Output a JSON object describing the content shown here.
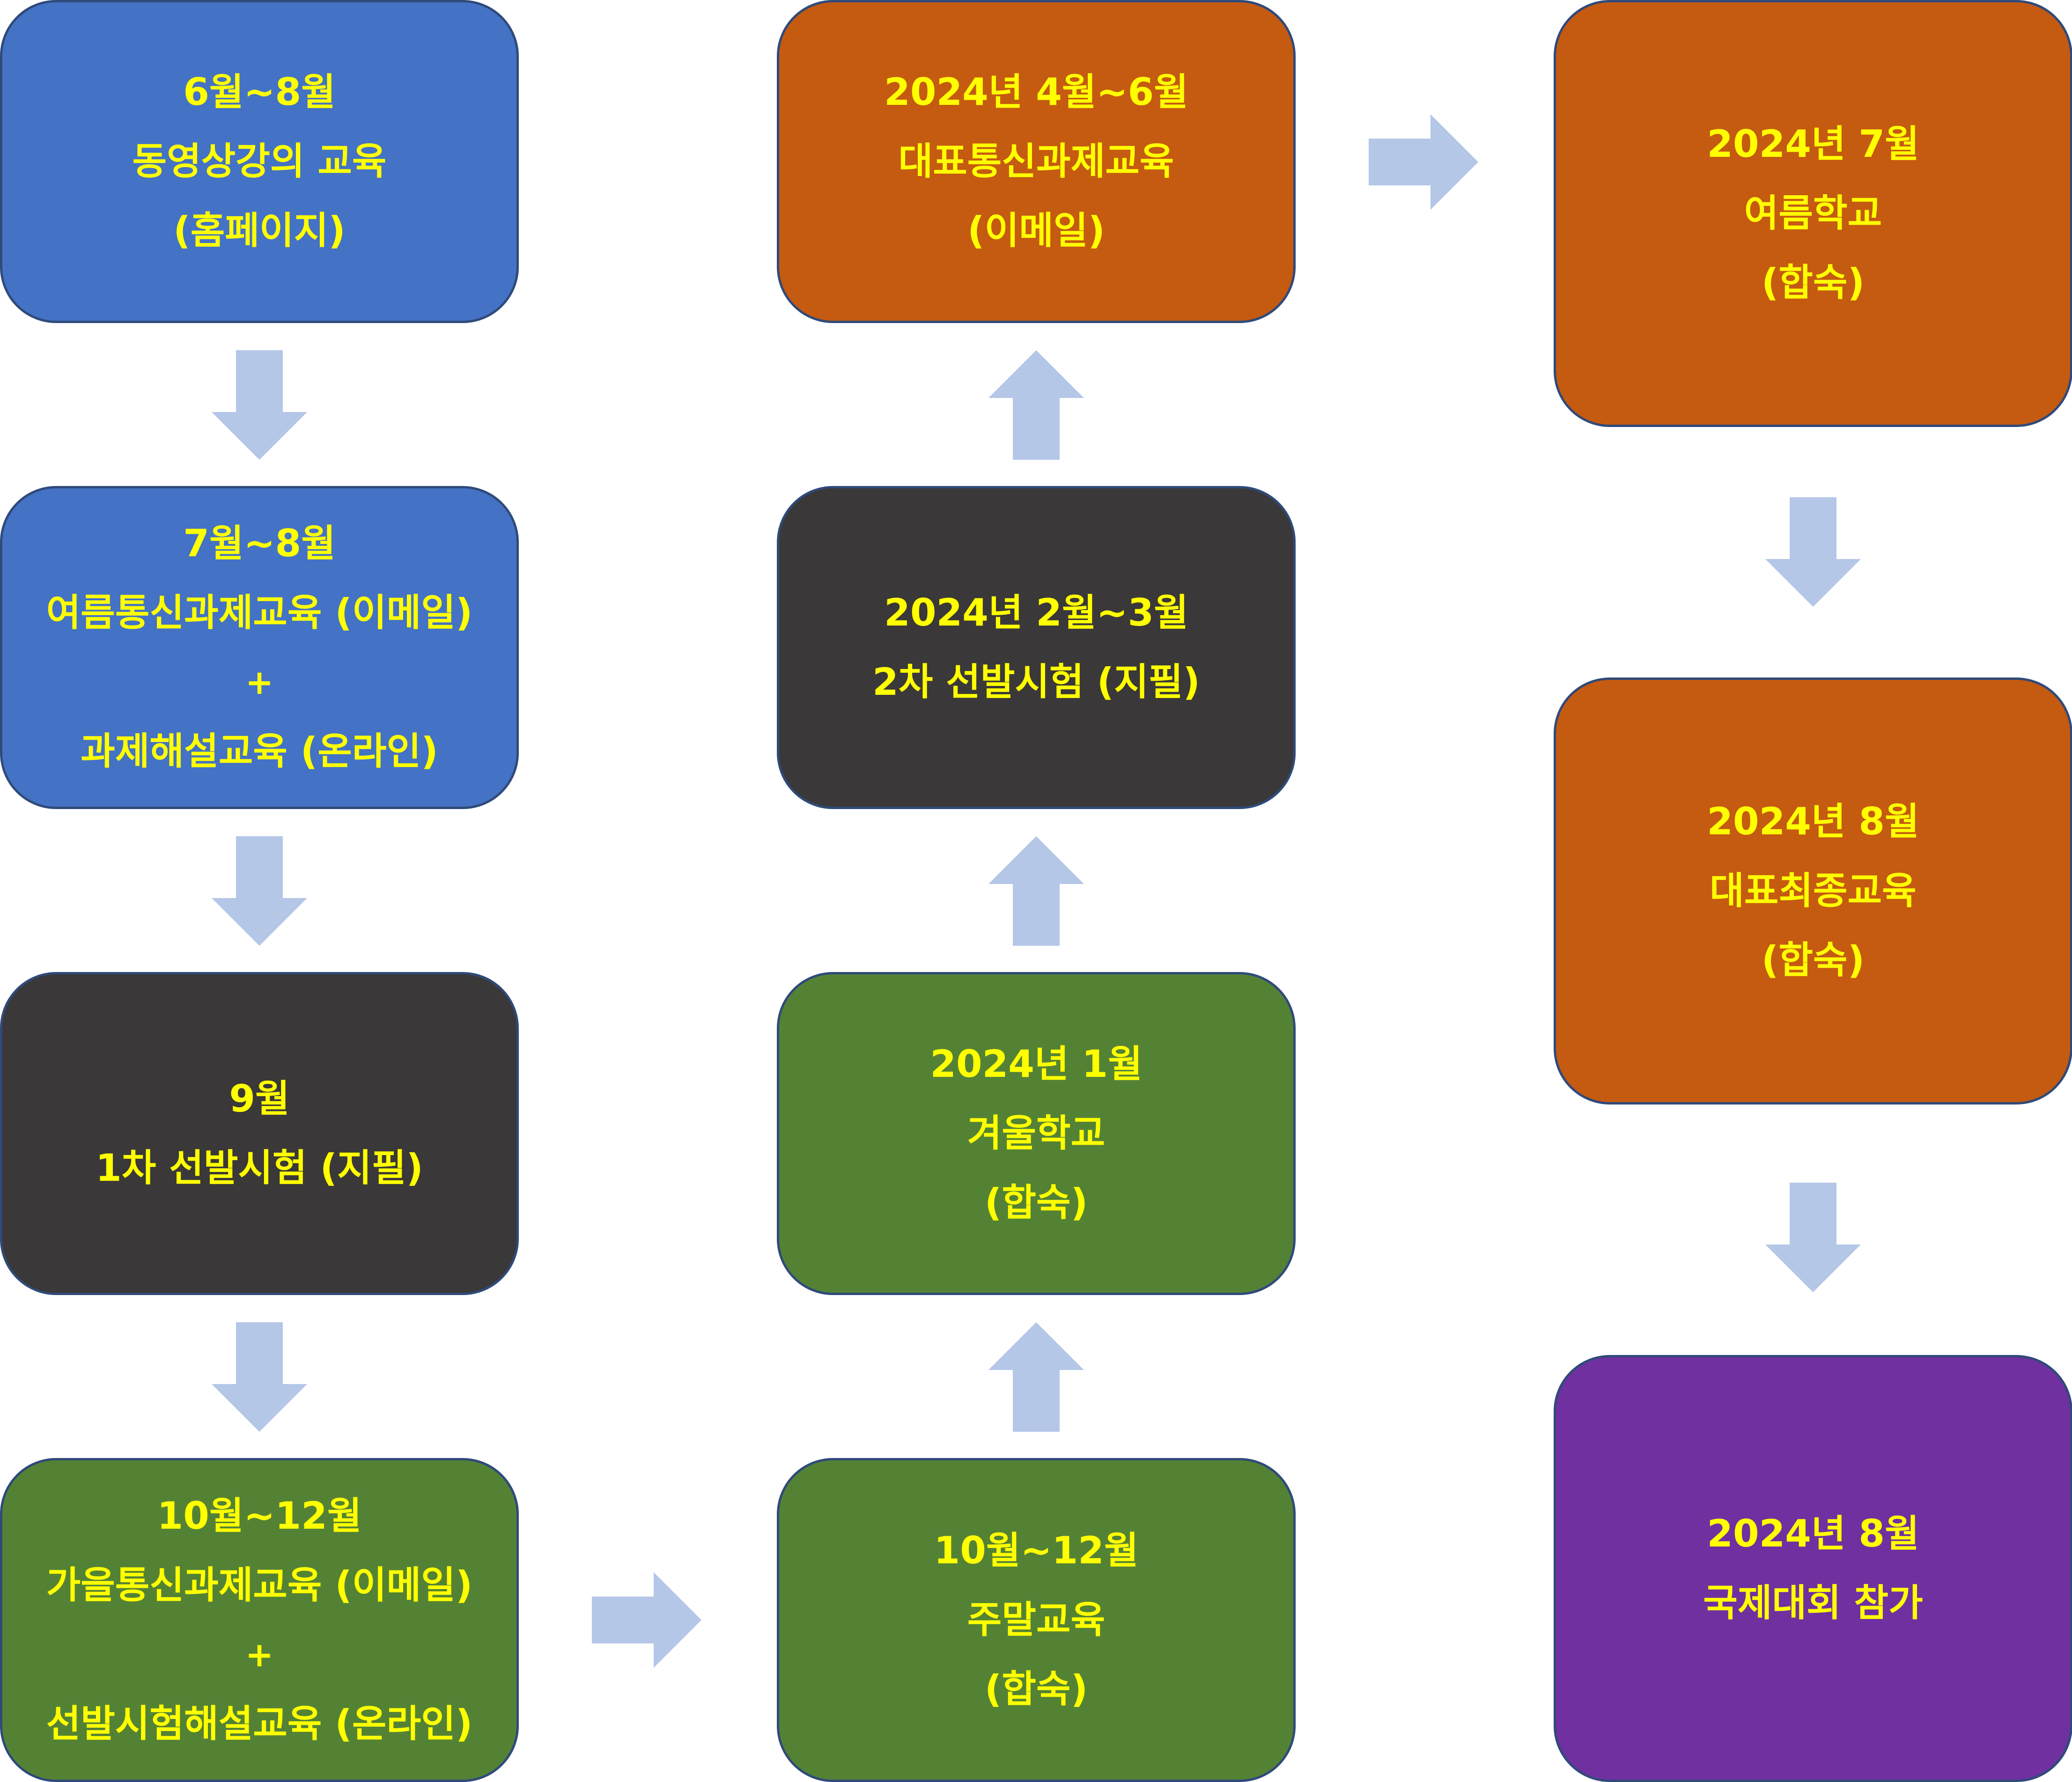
{
  "colors": {
    "blue": "#4472c4",
    "orange": "#c55a11",
    "dark": "#3a3838",
    "green": "#548235",
    "purple": "#7030a0",
    "text": "#ffff00",
    "arrow": "#b4c7e7"
  },
  "steps": {
    "s1": {
      "lines": [
        "6월~8월",
        "동영상강의 교육",
        "(홈페이지)"
      ]
    },
    "s2": {
      "lines": [
        "7월~8월",
        "여름통신과제교육 (이메일)",
        "+",
        "과제해설교육 (온라인)"
      ]
    },
    "s3": {
      "lines": [
        "9월",
        "1차 선발시험 (지필)"
      ]
    },
    "s4": {
      "lines": [
        "10월~12월",
        "가을통신과제교육 (이메일)",
        "+",
        "선발시험해설교육 (온라인)"
      ]
    },
    "s5": {
      "lines": [
        "10월~12월",
        "주말교육",
        "(합숙)"
      ]
    },
    "s6": {
      "lines": [
        "2024년 1월",
        "겨울학교",
        "(합숙)"
      ]
    },
    "s7": {
      "lines": [
        "2024년 2월~3월",
        "2차 선발시험 (지필)"
      ]
    },
    "s8": {
      "lines": [
        "2024년 4월~6월",
        "대표통신과제교육",
        "(이메일)"
      ]
    },
    "s9": {
      "lines": [
        "2024년 7월",
        "여름학교",
        "(합숙)"
      ]
    },
    "s10": {
      "lines": [
        "2024년 8월",
        "대표최종교육",
        "(합숙)"
      ]
    },
    "s11": {
      "lines": [
        "2024년 8월",
        "국제대회 참가"
      ]
    }
  },
  "arrows": [
    {
      "from": "s1",
      "to": "s2"
    },
    {
      "from": "s2",
      "to": "s3"
    },
    {
      "from": "s3",
      "to": "s4"
    },
    {
      "from": "s4",
      "to": "s5"
    },
    {
      "from": "s5",
      "to": "s6"
    },
    {
      "from": "s6",
      "to": "s7"
    },
    {
      "from": "s7",
      "to": "s8"
    },
    {
      "from": "s8",
      "to": "s9"
    },
    {
      "from": "s9",
      "to": "s10"
    },
    {
      "from": "s10",
      "to": "s11"
    }
  ]
}
